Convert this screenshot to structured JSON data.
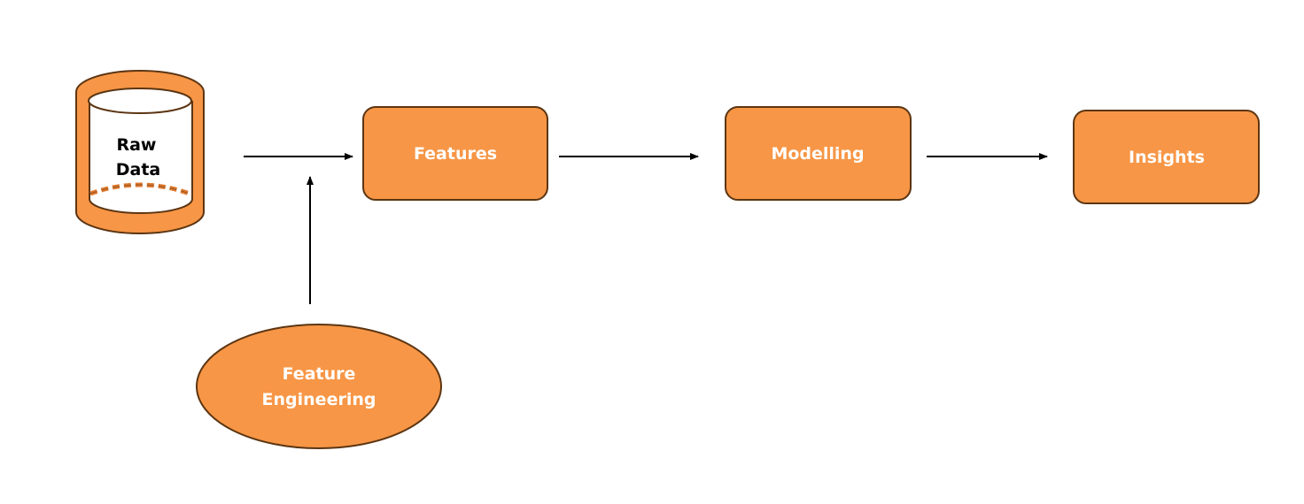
{
  "colors": {
    "node_fill": "#F79646",
    "node_stroke": "#5C3512",
    "arrow": "#000000",
    "label_light": "#FFFFFF",
    "label_dark": "#000000",
    "background": "#FFFFFF"
  },
  "nodes": {
    "raw_data": {
      "shape": "cylinder",
      "label_line1": "Raw",
      "label_line2": "Data"
    },
    "features": {
      "shape": "rounded-rectangle",
      "label": "Features"
    },
    "modelling": {
      "shape": "rounded-rectangle",
      "label": "Modelling"
    },
    "insights": {
      "shape": "rounded-rectangle",
      "label": "Insights"
    },
    "feature_engineering": {
      "shape": "ellipse",
      "label_line1": "Feature",
      "label_line2": "Engineering"
    }
  },
  "edges": [
    {
      "from": "raw_data",
      "to": "features"
    },
    {
      "from": "feature_engineering",
      "to": "features"
    },
    {
      "from": "features",
      "to": "modelling"
    },
    {
      "from": "modelling",
      "to": "insights"
    }
  ]
}
